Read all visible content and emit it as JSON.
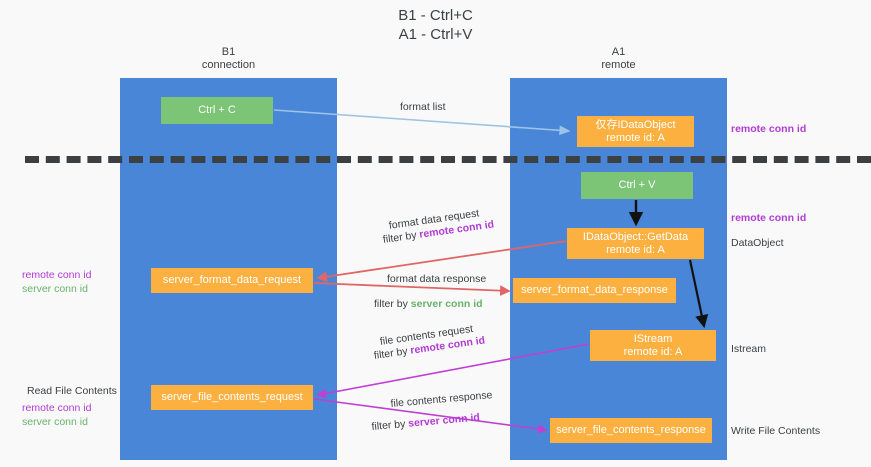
{
  "title": "B1 - Ctrl+C\nA1 - Ctrl+V",
  "columns": {
    "left": {
      "name": "B1",
      "role": "connection",
      "label": "B1\nconnection"
    },
    "right": {
      "name": "A1",
      "role": "remote",
      "label": "A1\nremote"
    }
  },
  "boxes": {
    "ctrl_c": "Ctrl + C",
    "ctrl_v": "Ctrl + V",
    "idataobject": "仅存IDataObject\nremote id: A",
    "getdata": "IDataObject::GetData\nremote id: A",
    "istream": "IStream\nremote id: A",
    "server_format_data_request": "server_format_data_request",
    "server_format_data_response": "server_format_data_response",
    "server_file_contents_request": "server_file_contents_request",
    "server_file_contents_response": "server_file_contents_response"
  },
  "arrow_labels": {
    "format_list": "format list",
    "format_data_request": "format data request",
    "format_data_request_filter_prefix": "filter by ",
    "format_data_request_filter_key": "remote conn id",
    "format_data_response": "format data response",
    "format_data_response_filter_prefix": "filter by ",
    "format_data_response_filter_key": "server conn id",
    "file_contents_request": "file contents request",
    "file_contents_request_filter_prefix": "filter by ",
    "file_contents_request_filter_key": "remote conn id",
    "file_contents_response": "file contents response",
    "file_contents_response_filter_prefix": "filter by ",
    "file_contents_response_filter_key": "server conn id"
  },
  "right_notes": {
    "remote_conn_id_top": "remote conn id",
    "remote_conn_id_mid": "remote conn id",
    "dataobject": "DataObject",
    "istream": "Istream",
    "write_file_contents": "Write File Contents"
  },
  "left_notes": {
    "remote_conn_id_mid": "remote conn id",
    "server_conn_id_mid": "server conn id",
    "read_file_contents": "Read File Contents",
    "remote_conn_id_low": "remote conn id",
    "server_conn_id_low": "server conn id"
  },
  "colors": {
    "lane": "#4a86d8",
    "green_box": "#7cc576",
    "orange_box": "#fbb040",
    "background": "#f9f9f9",
    "divider": "#3c4043",
    "arrow_blue": "#9dc3e6",
    "arrow_black": "#000000",
    "arrow_red": "#e06666",
    "arrow_magenta": "#c23fd4",
    "remote_conn_id_text": "#b23bd4",
    "server_conn_id_text": "#68b36b",
    "text": "#3c4043"
  }
}
